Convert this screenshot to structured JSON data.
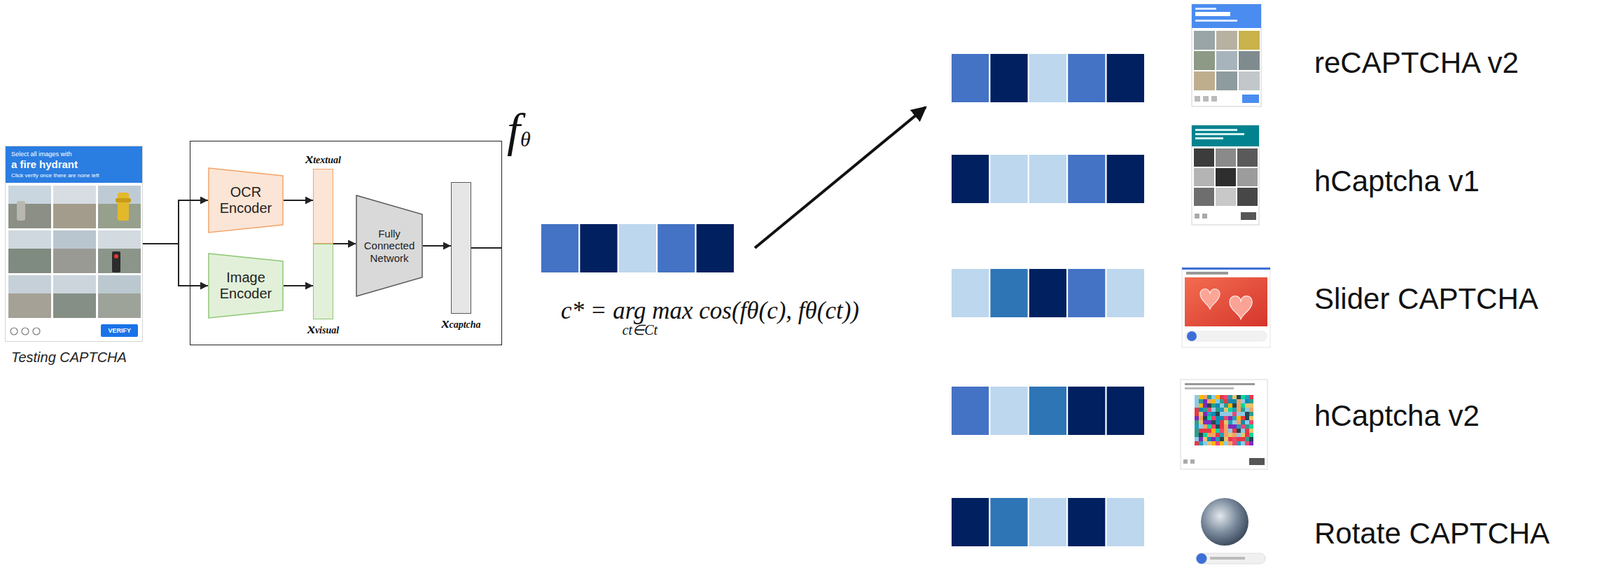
{
  "diagram": {
    "nodes": [
      {
        "text": [
          "Select all images with",
          "a fire hydrant",
          "Click verify once there are none left",
          "VERIFY",
          "Testing CAPTCHA"
        ]
      },
      {
        "text": [
          "fθ"
        ]
      },
      {
        "text": [
          "OCR Encoder"
        ],
        "in": 1
      },
      {
        "text": [
          "Image Encoder"
        ],
        "in": 1
      },
      {
        "text": [
          "xtextual"
        ],
        "in": 1
      },
      {
        "text": [
          "xvisual"
        ],
        "in": 1
      },
      {
        "text": [
          "Fully Connected Network"
        ],
        "in": 1
      },
      {
        "text": [
          "xcaptcha"
        ],
        "in": 1
      }
    ],
    "edges": [
      {
        "from": 0,
        "to": 2,
        "arrow": "to"
      },
      {
        "from": 0,
        "to": 3,
        "arrow": "to"
      },
      {
        "from": 2,
        "to": 4,
        "arrow": "to"
      },
      {
        "from": 3,
        "to": 5,
        "arrow": "to"
      },
      {
        "from": 4,
        "to": 6,
        "arrow": "to"
      },
      {
        "from": 5,
        "to": 6,
        "arrow": "to"
      },
      {
        "from": 6,
        "to": 7,
        "arrow": "to"
      }
    ],
    "labels": [
      "c* = arg max cos(fθ(c), fθ(ct))",
      "ct∈Ct",
      "reCAPTCHA v2",
      "hCaptcha v1",
      "Slider CAPTCHA",
      "hCaptcha v2",
      "Rotate CAPTCHA"
    ]
  }
}
